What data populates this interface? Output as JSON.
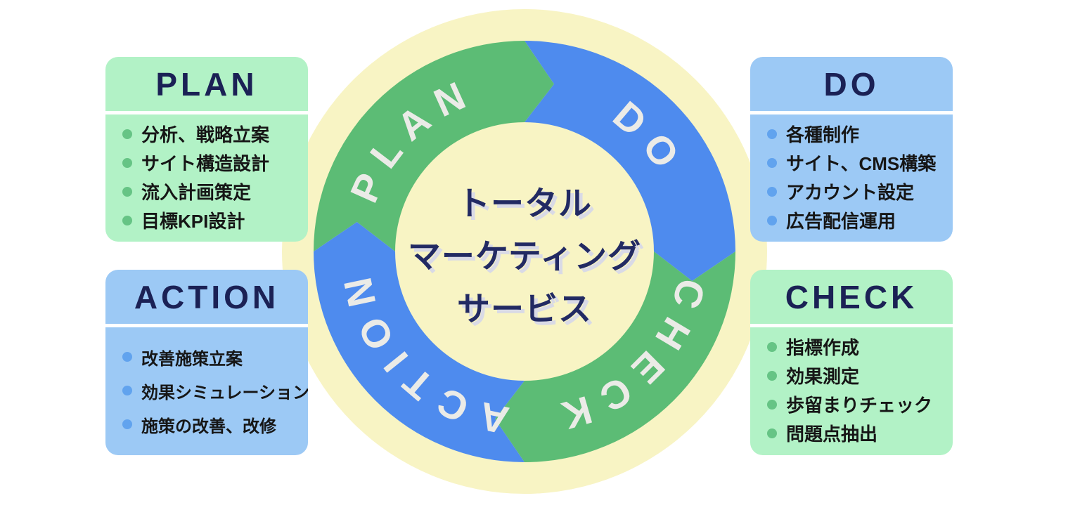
{
  "theme": {
    "background": "#ffffff",
    "navy": "#1b2155",
    "item_text": "#161616",
    "disc": "#f8f4c4",
    "arc_green": "#5cbc75",
    "arc_blue": "#4e8bee",
    "arc_label": "#ebebe7",
    "card_green_bg": "#b2f2c6",
    "card_blue_bg": "#9cc9f5",
    "bullet_green": "#66c485",
    "bullet_blue": "#61a3ee",
    "center_text": "#222a63",
    "center_text_shadow": "#d9dae6",
    "divider": "#ffffff"
  },
  "ring": {
    "center_lines": [
      "トータル",
      "マーケティング",
      "サービス"
    ],
    "segments": [
      {
        "id": "plan",
        "label": "PLAN",
        "color": "#5cbc75"
      },
      {
        "id": "do",
        "label": "DO",
        "color": "#4e8bee"
      },
      {
        "id": "check",
        "label": "CHECK",
        "color": "#5cbc75"
      },
      {
        "id": "action",
        "label": "ACTION",
        "color": "#4e8bee"
      }
    ]
  },
  "cards": [
    {
      "id": "plan",
      "title": "PLAN",
      "palette": "green",
      "items": [
        "分析、戦略立案",
        "サイト構造設計",
        "流入計画策定",
        "目標KPI設計"
      ]
    },
    {
      "id": "do",
      "title": "DO",
      "palette": "blue",
      "items": [
        "各種制作",
        "サイト、CMS構築",
        "アカウント設定",
        "広告配信運用"
      ]
    },
    {
      "id": "action",
      "title": "ACTION",
      "palette": "blue",
      "items": [
        "改善施策立案",
        "効果シミュレーション",
        "施策の改善、改修"
      ]
    },
    {
      "id": "check",
      "title": "CHECK",
      "palette": "green",
      "items": [
        "指標作成",
        "効果測定",
        "歩留まりチェック",
        "問題点抽出"
      ]
    }
  ]
}
